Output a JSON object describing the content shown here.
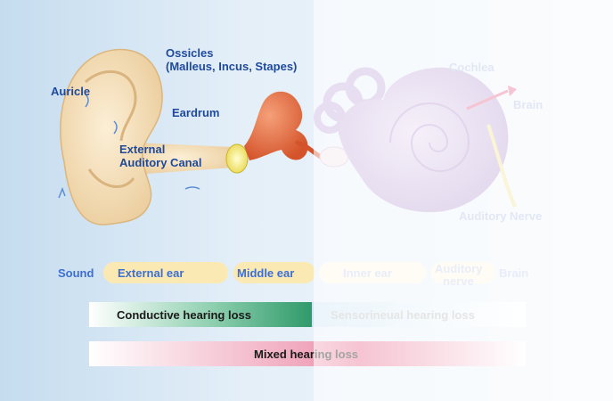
{
  "labels": {
    "ossicles": "Ossicles",
    "ossicles_detail": "(Malleus, Incus, Stapes)",
    "auricle": "Auricle",
    "eardrum": "Eardrum",
    "external_canal_1": "External",
    "external_canal_2": "Auditory Canal",
    "cochlea": "Cochlea",
    "brain": "Brain",
    "auditory_nerve": "Auditory Nerve"
  },
  "pathway": {
    "sound": "Sound",
    "external_ear": "External ear",
    "middle_ear": "Middle ear",
    "inner_ear": "Inner ear",
    "auditory_nerve_1": "Auditory",
    "auditory_nerve_2": "nerve",
    "brain": "Brain"
  },
  "hearing_loss": {
    "conductive": "Conductive hearing loss",
    "sensorineural": "Sensorineual hearing loss",
    "mixed": "Mixed hearing loss"
  },
  "colors": {
    "label_blue": "#1f4a9c",
    "pathway_blue": "#3c6fd6",
    "pill_fill": "#fbe9b3",
    "ear_skin": "#f4ddb4",
    "ossicle_orange": "#e96a3a",
    "cochlea_lilac": "#c9b3df",
    "conductive_green": "#2f9a6a",
    "sensorineural_blue": "#9ccbe8",
    "mixed_pink": "#e86b8f"
  }
}
